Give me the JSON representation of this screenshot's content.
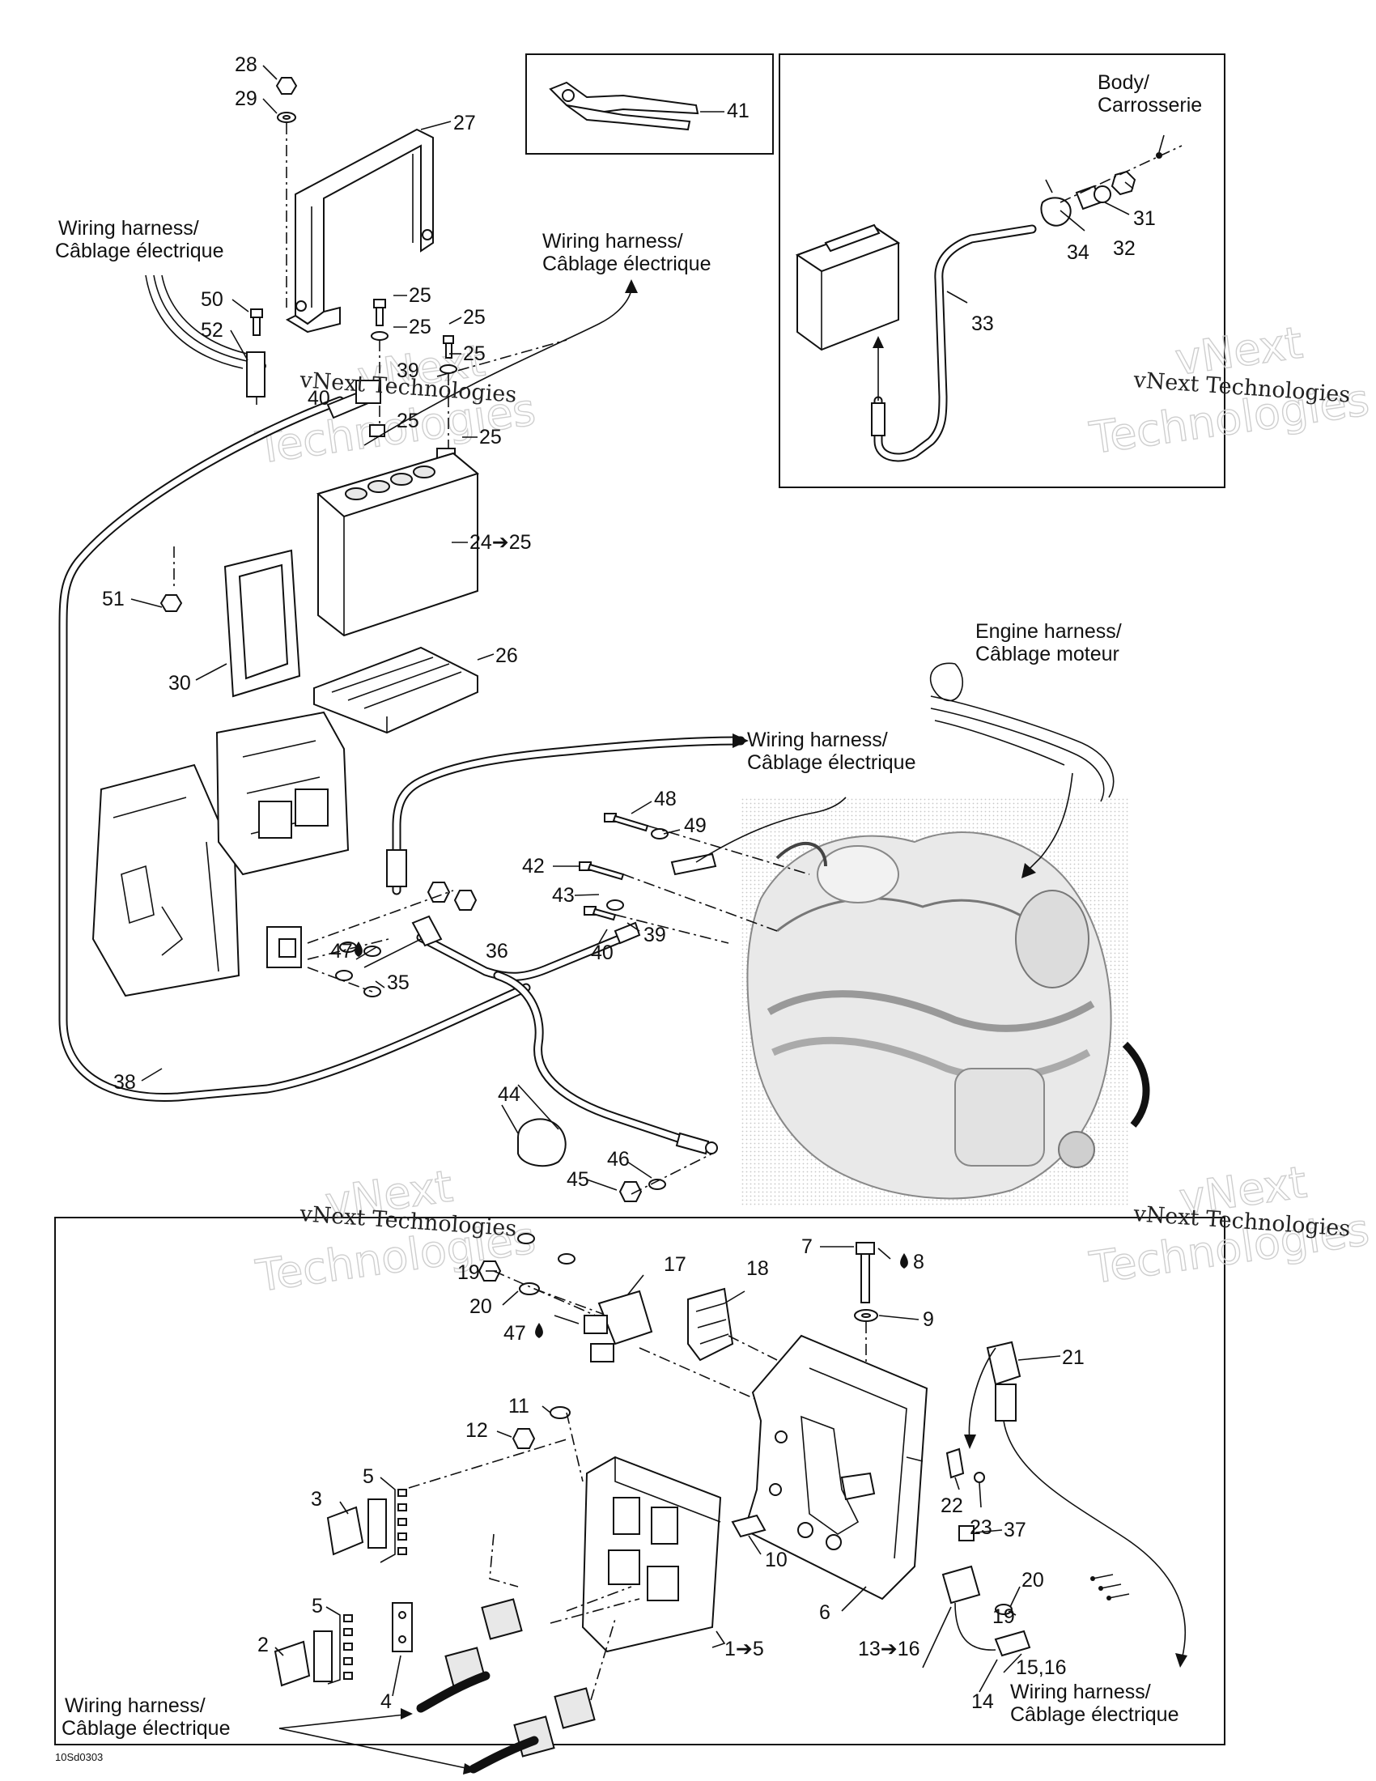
{
  "diagram": {
    "code": "10Sd0303",
    "watermark": {
      "text": "vNext Technologies",
      "outline_top": "vNext",
      "outline_bottom": "Technologies"
    },
    "captions": {
      "body": [
        "Body/",
        "Carrosserie"
      ],
      "wiring_harness": [
        "Wiring harness/",
        "Câblage électrique"
      ],
      "engine_harness": [
        "Engine harness/",
        "Câblage moteur"
      ]
    },
    "labels": {
      "l28": "28",
      "l29": "29",
      "l27": "27",
      "l50": "50",
      "l52": "52",
      "l51": "51",
      "l25a": "25",
      "l25b": "25",
      "l25c": "25",
      "l25d": "25",
      "l25e": "25",
      "l25f": "25",
      "l39a": "39",
      "l40a": "40",
      "l24": "24➔25",
      "l26": "26",
      "l30": "30",
      "l41": "41",
      "l31": "31",
      "l32": "32",
      "l33": "33",
      "l34": "34",
      "l48": "48",
      "l49": "49",
      "l42": "42",
      "l43": "43",
      "l40b": "40",
      "l39b": "39",
      "l47a": "47",
      "l36": "36",
      "l35": "35",
      "l38": "38",
      "l44": "44",
      "l45": "45",
      "l46": "46",
      "l7": "7",
      "l8": "8",
      "l9": "9",
      "l17": "17",
      "l18": "18",
      "l19a": "19",
      "l20a": "20",
      "l47b": "47",
      "l21": "21",
      "l11": "11",
      "l12": "12",
      "l22": "22",
      "l23": "23",
      "l37": "37",
      "l3": "3",
      "l5a": "5",
      "l5b": "5",
      "l2": "2",
      "l4": "4",
      "l10": "10",
      "l6": "6",
      "l1": "1➔5",
      "l13": "13➔16",
      "l20b": "20",
      "l19b": "19",
      "l15": "15,16",
      "l14": "14"
    }
  }
}
